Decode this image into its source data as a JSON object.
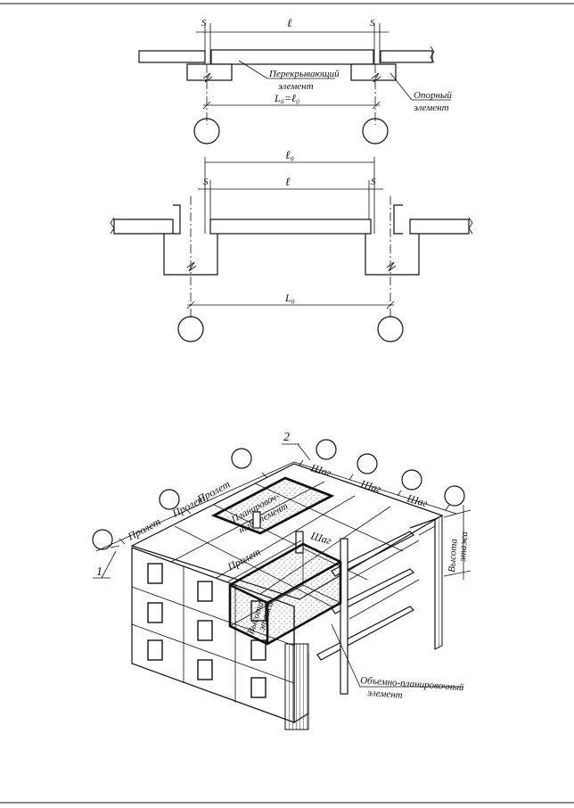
{
  "top_diagram": {
    "dim_s_left": "S",
    "dim_l": "ℓ",
    "dim_s_right": "S",
    "label_spanning_line1": "Перекрывающий",
    "label_spanning_line2": "элемент",
    "label_support_line1": "Опорный",
    "label_support_line2": "элемент",
    "dim_equation": "L₀=ℓ₀"
  },
  "middle_diagram": {
    "dim_l0": "ℓ₀",
    "dim_s_left": "S",
    "dim_l": "ℓ",
    "dim_s_right": "S",
    "dim_L0": "L₀"
  },
  "building_diagram": {
    "callout_1": "1",
    "callout_2": "2",
    "span_labels": [
      "Пролет",
      "Пролет",
      "Пролет"
    ],
    "span_label_module": "Пролет",
    "step_labels": [
      "Шаг",
      "Шаг",
      "Шаг"
    ],
    "step_label_module": "Шаг",
    "planning_element_line1": "Планировоч-",
    "planning_element_line2": "ный элемент",
    "floor_height_line1": "Высота",
    "floor_height_line2": "этажа",
    "module_height_line1": "Высота",
    "module_height_line2": "этажа",
    "volumetric_line1": "Объемно-планировочный",
    "volumetric_line2": "элемент"
  }
}
